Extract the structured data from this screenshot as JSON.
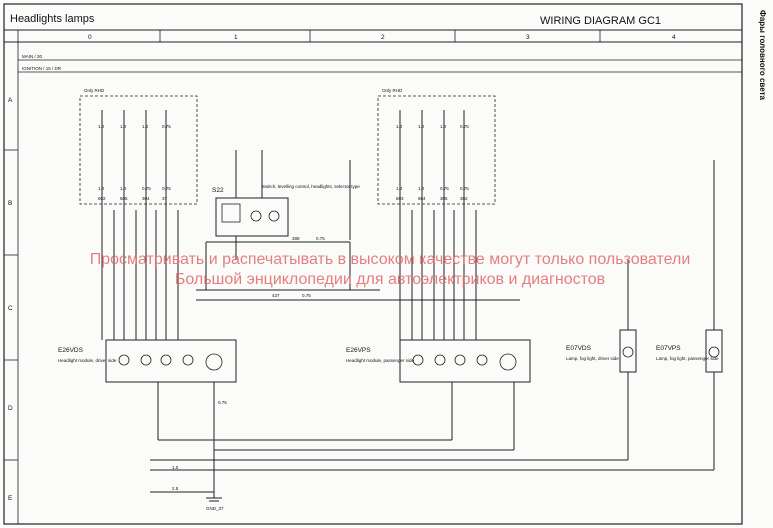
{
  "header": {
    "title": "Headlights lamps",
    "diagram": "WIRING DIAGRAM  GC1",
    "side_label": "Фары головного света",
    "columns": [
      "0",
      "1",
      "2",
      "3",
      "4"
    ],
    "rows": [
      "A",
      "B",
      "C",
      "D",
      "E"
    ]
  },
  "rails": {
    "main": "MAIN / 30",
    "ignition": "IGNITION / 15 / DR"
  },
  "boxes": {
    "rhd_left": "Only RHD",
    "rhd_right": "Only RHD"
  },
  "components": {
    "e26vds": {
      "code": "E26VDS",
      "desc": "Headlight module, driver side"
    },
    "e26vps": {
      "code": "E26VPS",
      "desc": "Headlight module, passenger side"
    },
    "e07vds": {
      "code": "E07VDS",
      "desc": "Lamp, fog light, driver side"
    },
    "e07vps": {
      "code": "E07VPS",
      "desc": "Lamp, fog light, passenger side"
    },
    "s22": {
      "code": "S22",
      "desc": "Switch, levelling control, headlights, selector type"
    }
  },
  "wires": {
    "w388": "388",
    "w437": "437",
    "w075a": "0.75",
    "w075b": "0.75",
    "w075c": "0.75",
    "w10a": "1.0",
    "w25": "2.5",
    "ground": "GND_37"
  },
  "watermark": {
    "line1": "Просматривать и распечатывать в высоком качестве могут только пользователи",
    "line2": "Большой энциклопедии для автоэлектриков и диагностов"
  }
}
